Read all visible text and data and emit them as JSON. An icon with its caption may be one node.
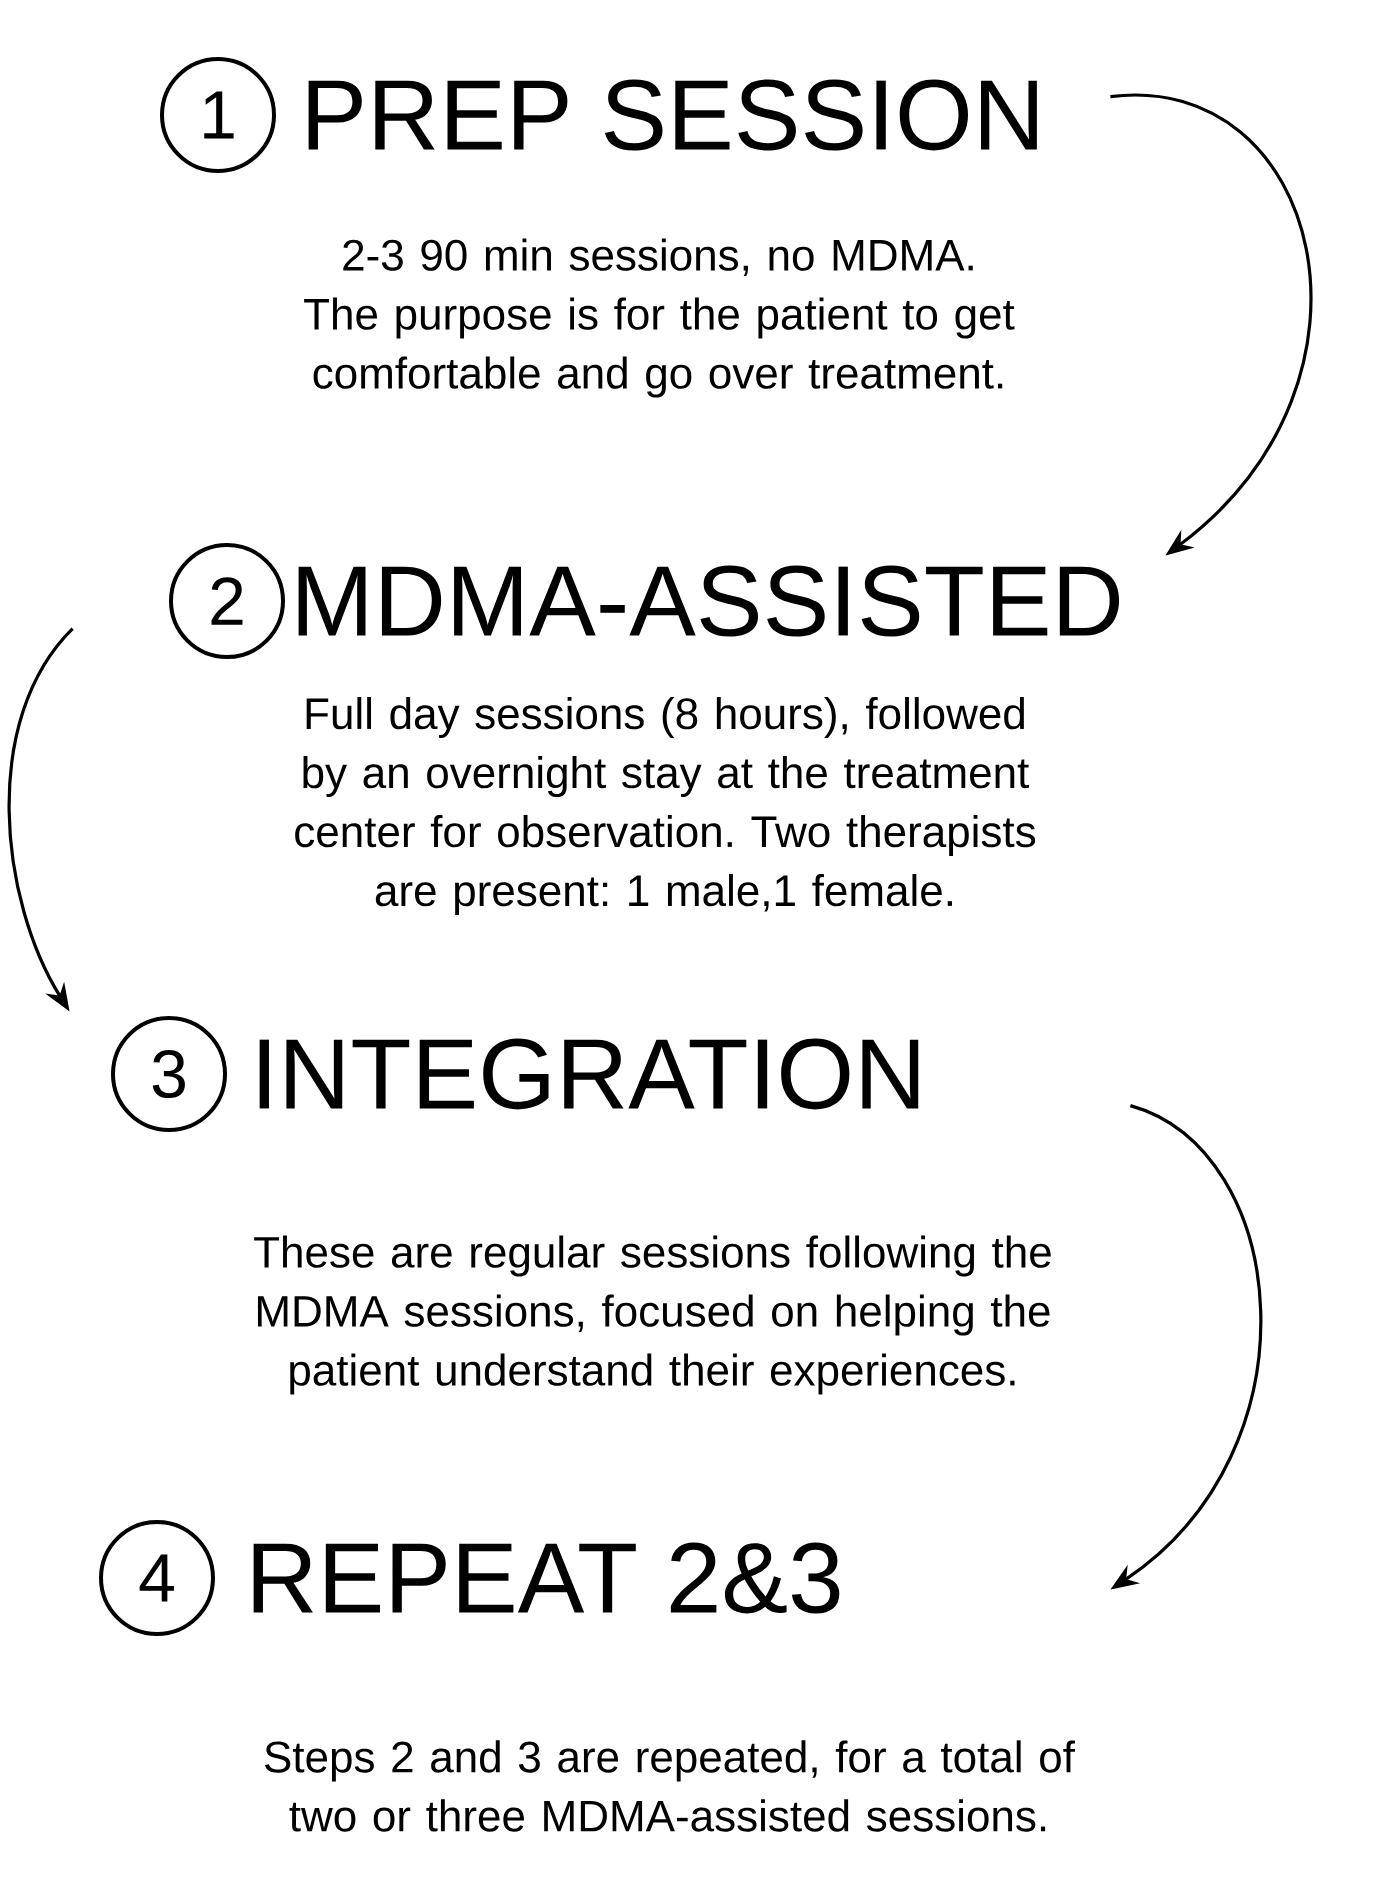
{
  "diagram": {
    "nodes": [
      {
        "text": [
          "1",
          "PREP SESSION",
          "2-3 90 min sessions, no MDMA. The purpose is for the patient to get comfortable and go over treatment."
        ]
      },
      {
        "text": [
          "2",
          "MDMA-ASSISTED",
          "Full day sessions (8 hours), followed by an overnight stay at the treatment center for observation. Two therapists are present: 1 male,1 female."
        ]
      },
      {
        "text": [
          "3",
          "INTEGRATION",
          "These are regular sessions following the MDMA sessions, focused on helping the patient understand their experiences."
        ]
      },
      {
        "text": [
          "4",
          "REPEAT 2&3",
          "Steps 2 and 3 are repeated, for a total of two or three MDMA-assisted sessions."
        ]
      }
    ],
    "edges": [
      {
        "from": 0,
        "to": 1,
        "arrow": "to"
      },
      {
        "from": 1,
        "to": 2,
        "arrow": "to"
      },
      {
        "from": 2,
        "to": 3,
        "arrow": "to"
      }
    ]
  }
}
